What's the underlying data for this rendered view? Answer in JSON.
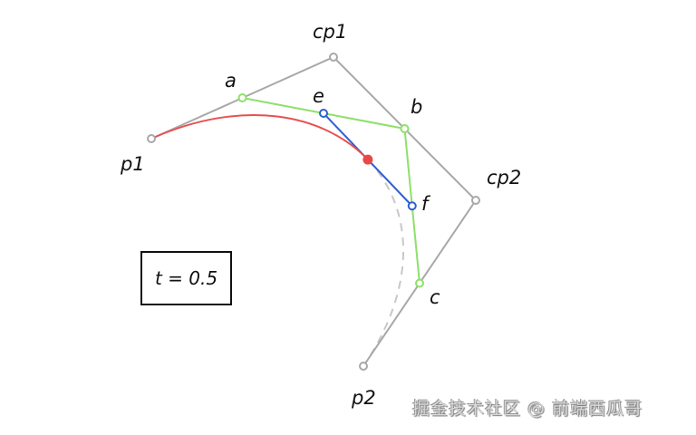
{
  "diagram": {
    "labels": {
      "p1": "p1",
      "cp1": "cp1",
      "cp2": "cp2",
      "p2": "p2",
      "a": "a",
      "b": "b",
      "c": "c",
      "e": "e",
      "f": "f"
    },
    "t_label": "t = 0.5",
    "t": 0.5,
    "colors": {
      "control_polygon": "#a8a8a8",
      "level1": "#8ee06a",
      "level2": "#2f5fd0",
      "curve_drawn": "#e85050",
      "curve_remaining": "#c8c8c8",
      "current_point": "#e84848"
    }
  },
  "watermark": "掘金技术社区 @ 前端西瓜哥"
}
